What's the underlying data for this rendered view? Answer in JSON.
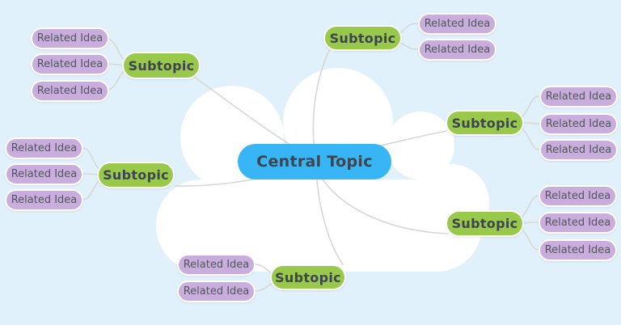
{
  "canvas": {
    "background": "#e1f1fb",
    "cloud_color": "#ffffff",
    "connector_color": "#d6d8d4"
  },
  "palette": {
    "central_fill": "#37b5f4",
    "subtopic_fill": "#99c94a",
    "related_fill": "#c9aedd",
    "node_border": "#ffffff",
    "heading_text": "#3e4450",
    "related_text": "#53565e"
  },
  "central": {
    "label": "Central Topic"
  },
  "branches": [
    {
      "position": "top-left",
      "label": "Subtopic",
      "children": [
        {
          "label": "Related Idea"
        },
        {
          "label": "Related Idea"
        },
        {
          "label": "Related Idea"
        }
      ]
    },
    {
      "position": "top-center",
      "label": "Subtopic",
      "children": [
        {
          "label": "Related Idea"
        },
        {
          "label": "Related Idea"
        }
      ]
    },
    {
      "position": "right-upper",
      "label": "Subtopic",
      "children": [
        {
          "label": "Related Idea"
        },
        {
          "label": "Related Idea"
        },
        {
          "label": "Related Idea"
        }
      ]
    },
    {
      "position": "left-middle",
      "label": "Subtopic",
      "children": [
        {
          "label": "Related Idea"
        },
        {
          "label": "Related Idea"
        },
        {
          "label": "Related Idea"
        }
      ]
    },
    {
      "position": "right-lower",
      "label": "Subtopic",
      "children": [
        {
          "label": "Related Idea"
        },
        {
          "label": "Related Idea"
        },
        {
          "label": "Related Idea"
        }
      ]
    },
    {
      "position": "bottom-center",
      "label": "Subtopic",
      "children": [
        {
          "label": "Related Idea"
        },
        {
          "label": "Related Idea"
        }
      ]
    }
  ]
}
